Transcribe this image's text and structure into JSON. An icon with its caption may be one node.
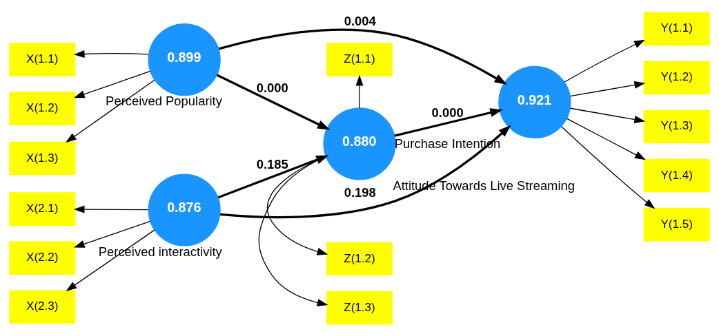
{
  "diagram": {
    "nodes": [
      {
        "text": [
          "X(1.1)"
        ]
      },
      {
        "text": [
          "X(1.2)"
        ]
      },
      {
        "text": [
          "X(1.3)"
        ]
      },
      {
        "text": [
          "0.899"
        ],
        "beside": [
          "Perceived Popularity"
        ]
      },
      {
        "text": [
          "Z(1.1)"
        ]
      },
      {
        "text": [
          "Z(1.2)"
        ]
      },
      {
        "text": [
          "Z(1.3)"
        ]
      },
      {
        "text": [
          "0.880"
        ],
        "beside": [
          "Attitude Towards Live Streaming"
        ]
      },
      {
        "text": [
          "0.921"
        ],
        "beside": [
          "Purchase Intention"
        ]
      },
      {
        "text": [
          "Y(1.1)"
        ]
      },
      {
        "text": [
          "Y(1.2)"
        ]
      },
      {
        "text": [
          "Y(1.3)"
        ]
      },
      {
        "text": [
          "Y(1.4)"
        ]
      },
      {
        "text": [
          "Y(1.5)"
        ]
      },
      {
        "text": [
          "X(2.1)"
        ]
      },
      {
        "text": [
          "X(2.2)"
        ]
      },
      {
        "text": [
          "X(2.3)"
        ]
      },
      {
        "text": [
          "0.876"
        ],
        "beside": [
          "Perceived interactivity"
        ]
      }
    ],
    "edges": [
      {
        "from": 3,
        "to": 0,
        "arrow": "to"
      },
      {
        "from": 3,
        "to": 1,
        "arrow": "to"
      },
      {
        "from": 3,
        "to": 2,
        "arrow": "to"
      },
      {
        "from": 7,
        "to": 4,
        "arrow": "to"
      },
      {
        "from": 7,
        "to": 5,
        "arrow": "to"
      },
      {
        "from": 7,
        "to": 6,
        "arrow": "to"
      },
      {
        "from": 8,
        "to": 9,
        "arrow": "to"
      },
      {
        "from": 8,
        "to": 10,
        "arrow": "to"
      },
      {
        "from": 8,
        "to": 11,
        "arrow": "to"
      },
      {
        "from": 8,
        "to": 12,
        "arrow": "to"
      },
      {
        "from": 8,
        "to": 13,
        "arrow": "to"
      },
      {
        "from": 17,
        "to": 14,
        "arrow": "to"
      },
      {
        "from": 17,
        "to": 15,
        "arrow": "to"
      },
      {
        "from": 17,
        "to": 16,
        "arrow": "to"
      },
      {
        "from": 3,
        "to": 7,
        "arrow": "to",
        "label": "0.000",
        "style": "thick"
      },
      {
        "from": 3,
        "to": 8,
        "arrow": "to",
        "label": "0.004",
        "style": "thick"
      },
      {
        "from": 7,
        "to": 8,
        "arrow": "to",
        "label": "0.000",
        "style": "thick"
      },
      {
        "from": 17,
        "to": 7,
        "arrow": "to",
        "label": "0.185",
        "style": "thick"
      },
      {
        "from": 17,
        "to": 8,
        "arrow": "to",
        "label": "0.198",
        "style": "thick"
      }
    ]
  }
}
